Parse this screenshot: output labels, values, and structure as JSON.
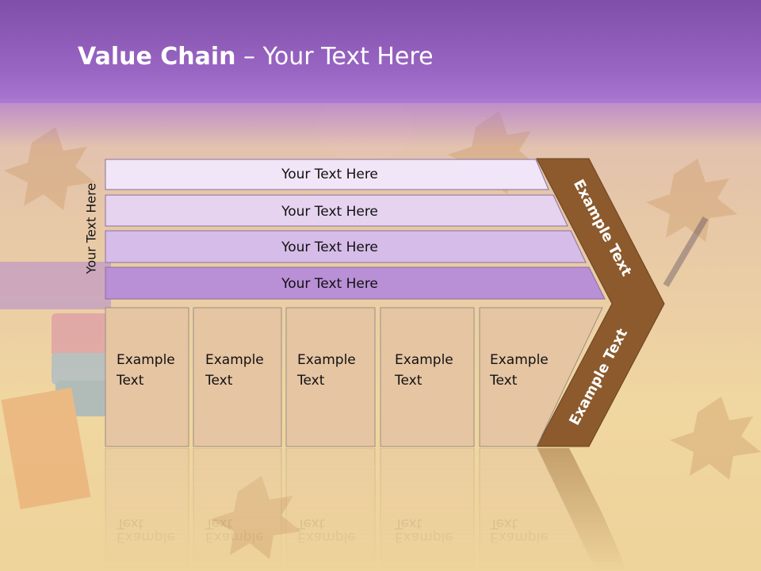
{
  "title": {
    "bold": "Value Chain",
    "rest": " – Your Text Here"
  },
  "side_label": "Your Text Here",
  "bars": [
    {
      "label": "Your Text Here",
      "fill": "#f1e6f7"
    },
    {
      "label": "Your Text Here",
      "fill": "#e5d3f0"
    },
    {
      "label": "Your Text Here",
      "fill": "#d6bce8"
    },
    {
      "label": "Your Text Here",
      "fill": "#b98fd6"
    }
  ],
  "boxes": [
    {
      "line1": "Example",
      "line2": "Text"
    },
    {
      "line1": "Example",
      "line2": "Text"
    },
    {
      "line1": "Example",
      "line2": "Text"
    },
    {
      "line1": "Example",
      "line2": "Text"
    },
    {
      "line1": "Example",
      "line2": "Text"
    }
  ],
  "chevron_top_label": "Example Text",
  "chevron_bottom_label": "Example Text",
  "colors": {
    "header": "#9a66c4",
    "box_fill": "#e6c5a3",
    "box_border": "#9a8f86",
    "chevron": "#8c5a2c",
    "bar_border": "#8a70a0"
  }
}
